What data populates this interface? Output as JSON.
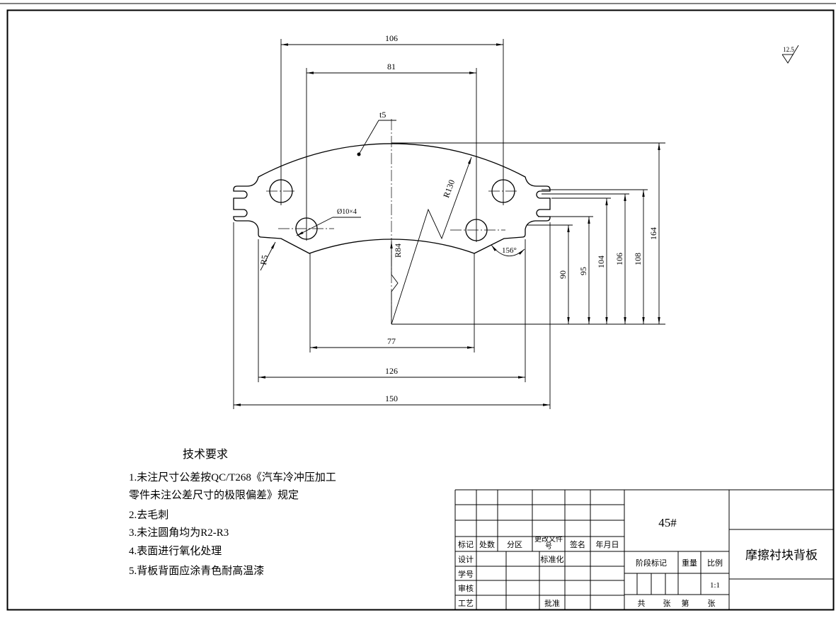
{
  "drawing": {
    "dimensions": {
      "top_holes_spacing": "106",
      "bottom_holes_spacing": "81",
      "bottom_width": "77",
      "body_width": "126",
      "overall_width": "150",
      "height_90": "90",
      "height_95": "95",
      "height_104": "104",
      "height_106": "106",
      "height_108": "108",
      "overall_height": "164"
    },
    "annotations": {
      "thickness": "t5",
      "holes": "Ø10×4",
      "top_radius": "R130",
      "bottom_radius": "R84",
      "fillet_radius": "R5",
      "angle": "156°",
      "roughness": "12.5"
    }
  },
  "technical_requirements": {
    "title": "技术要求",
    "items": [
      "1.未注尺寸公差按QC/T268《汽车冷冲压加工",
      "零件未注公差尺寸的极限偏差》规定",
      "2.去毛刺",
      "3.未注圆角均为R2-R3",
      "4.表面进行氧化处理",
      "5.背板背面应涂青色耐高温漆"
    ]
  },
  "title_block": {
    "labels": {
      "mark": "标记",
      "count": "处数",
      "zone": "分区",
      "change_doc": "更改文件号",
      "signature": "签名",
      "date": "年月日",
      "design": "设计",
      "standardization": "标准化",
      "student_no": "学号",
      "review": "审核",
      "process": "工艺",
      "approval": "批准",
      "stage_mark": "阶段标记",
      "weight": "重量",
      "scale": "比例",
      "total": "共",
      "sheets_total_unit": "张",
      "sheet_no": "第",
      "sheet_no_unit": "张"
    },
    "material": "45#",
    "scale_value": "1:1",
    "part_name": "摩擦衬块背板"
  }
}
